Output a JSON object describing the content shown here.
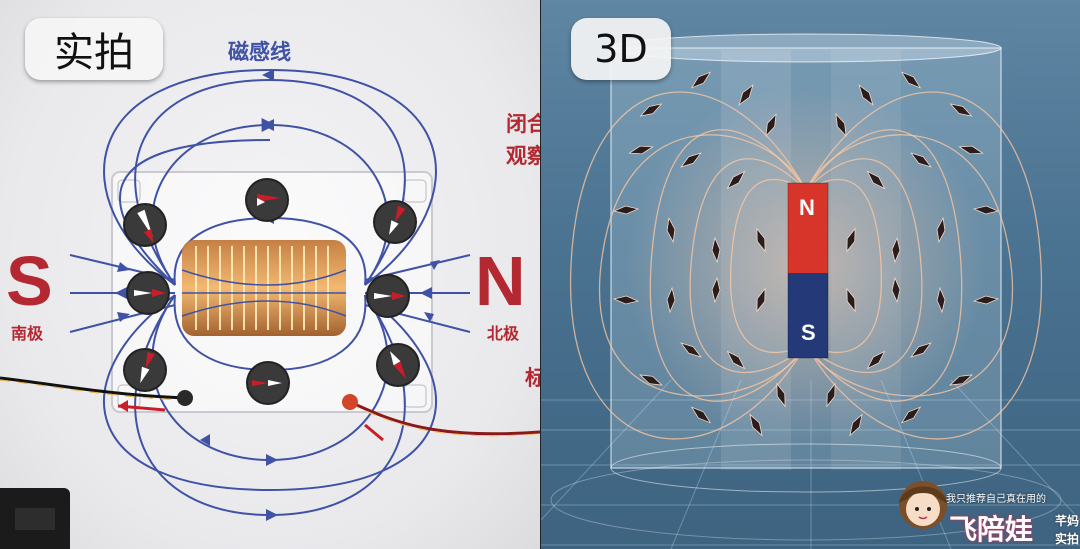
{
  "left_panel": {
    "tag": "实拍",
    "field_label": "磁感线",
    "pole_left_letter": "S",
    "pole_left_name": "南极",
    "pole_right_letter": "N",
    "pole_right_name": "北极",
    "side_note_line1": "闭合",
    "side_note_line2": "观察",
    "side_note_line3": "标"
  },
  "right_panel": {
    "tag": "3D",
    "magnet_top": "N",
    "magnet_bottom": "S",
    "watermark": {
      "line1": "我只推荐自己真在用的",
      "brand": "飞陪娃",
      "side1": "芊妈",
      "side2": "实拍"
    }
  },
  "colors": {
    "field_line": "#3f52a5",
    "pole_red": "#b42832",
    "magnet_north": "#d8352a",
    "magnet_south": "#243a78"
  }
}
